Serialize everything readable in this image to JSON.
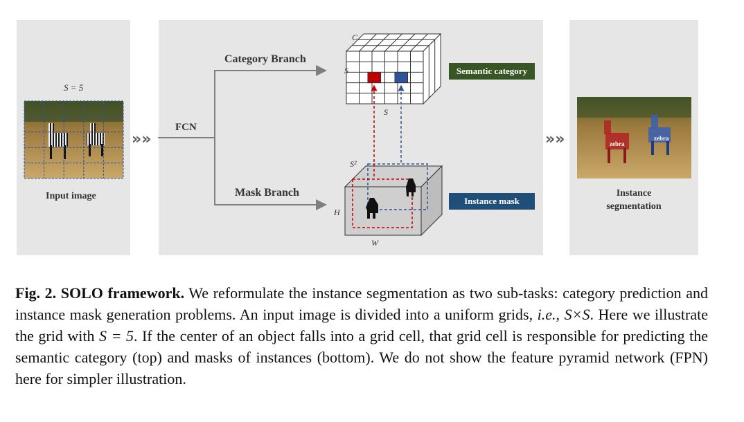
{
  "left_panel": {
    "grid_label": "S = 5",
    "input_label": "Input image"
  },
  "middle_panel": {
    "fcn_label": "FCN",
    "category_branch_label": "Category Branch",
    "mask_branch_label": "Mask Branch",
    "cube_top_c": "C",
    "cube_top_s_left": "S",
    "cube_top_s_bottom": "S",
    "cube_bottom_s2": "S²",
    "cube_bottom_h": "H",
    "cube_bottom_w": "W",
    "semantic_category_badge": "Semantic category",
    "instance_mask_badge": "Instance mask"
  },
  "right_panel": {
    "zebra_label_1": "zebra",
    "zebra_label_2": "zebra",
    "output_label_line1": "Instance",
    "output_label_line2": "segmentation"
  },
  "arrows": {
    "chevrons": "»»"
  },
  "caption": {
    "fig_label": "Fig. 2. SOLO framework.",
    "text_1": " We reformulate the instance segmentation as two sub-tasks: category prediction and instance mask generation problems. An input image is divided into a uniform grids, ",
    "text_ie": "i.e.",
    "text_2": ", ",
    "text_sxs": "S×S",
    "text_3": ". Here we illustrate the grid with ",
    "text_s5": "S = 5",
    "text_4": ". If the center of an object falls into a grid cell, that grid cell is responsible for predicting the semantic category (top) and masks of instances (bottom). We do not show the feature pyramid network (FPN) here for simpler illustration."
  },
  "colors": {
    "panel_bg": "#e6e6e6",
    "semantic_badge": "#375623",
    "instance_badge": "#1f4e79",
    "red_cell": "#c00000",
    "blue_cell": "#2f5597"
  }
}
